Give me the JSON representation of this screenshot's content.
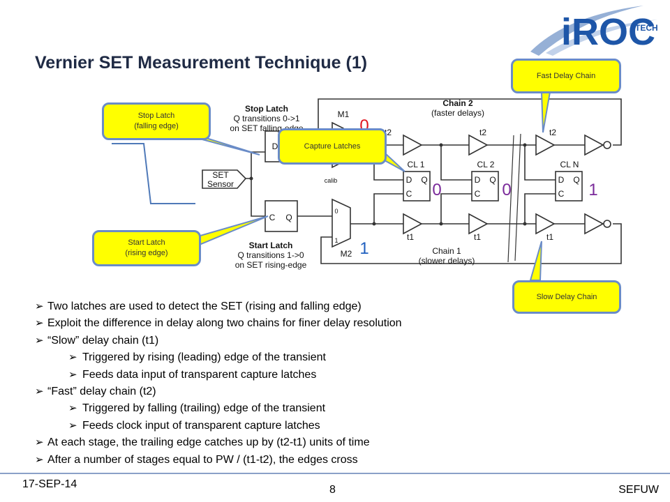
{
  "logo": {
    "main": "iROC",
    "sub": "TECH"
  },
  "title": "Vernier SET Measurement Technique (1)",
  "callouts": {
    "fast": "Fast Delay Chain",
    "stop": "Stop Latch\n(falling edge)",
    "capture": "Capture Latches",
    "start": "Start Latch\n(rising edge)",
    "slow": "Slow Delay Chain"
  },
  "diagram": {
    "stop_latch_title": "Stop Latch",
    "stop_latch_l2": "Q transitions 0->1",
    "stop_latch_l3": "on SET falling-edge",
    "start_latch_title": "Start Latch",
    "start_latch_l2": "Q transitions 1->0",
    "start_latch_l3": "on SET rising-edge",
    "chain2_l1": "Chain 2",
    "chain2_l2": "(faster delays)",
    "chain1_l1": "Chain 1",
    "chain1_l2": "(slower delays)",
    "m1": "M1",
    "m2": "M2",
    "calib": "calib",
    "set_l1": "SET",
    "set_l2": "Sensor",
    "t2": "t2",
    "t1": "t1",
    "cl1": "CL 1",
    "cl2": "CL 2",
    "cln": "CL N",
    "d": "D",
    "q": "Q",
    "c": "C",
    "zero": "0",
    "one": "1",
    "red_zero": "0",
    "blue_one": "1",
    "purple_zero": "0",
    "purple_one": "1"
  },
  "bullets": [
    {
      "level": 1,
      "text": "Two latches are used to detect the SET (rising and falling edge)"
    },
    {
      "level": 1,
      "text": "Exploit the difference in delay along two chains for finer delay resolution"
    },
    {
      "level": 1,
      "text": "“Slow” delay chain (t1)"
    },
    {
      "level": 2,
      "text": "Triggered by rising (leading) edge of the transient"
    },
    {
      "level": 2,
      "text": "Feeds data input of transparent capture latches"
    },
    {
      "level": 1,
      "text": "“Fast” delay chain (t2)"
    },
    {
      "level": 2,
      "text": "Triggered by falling (trailing) edge of the transient"
    },
    {
      "level": 2,
      "text": "Feeds clock input of transparent capture latches"
    },
    {
      "level": 1,
      "text": "At each stage, the trailing edge catches up by (t2-t1) units of time"
    },
    {
      "level": 1,
      "text": "After a number of stages equal to PW / (t1-t2), the edges cross"
    }
  ],
  "bullet_glyph": "➢",
  "footer": {
    "date": "17-SEP-14",
    "page": "8",
    "org": "SEFUW"
  },
  "colors": {
    "callout_fill": "#ffff00",
    "callout_border": "#6a8cc7",
    "red": "#e0141e",
    "blue": "#1f5fbf",
    "purple": "#7a2a9a",
    "title": "#1f2a44"
  }
}
